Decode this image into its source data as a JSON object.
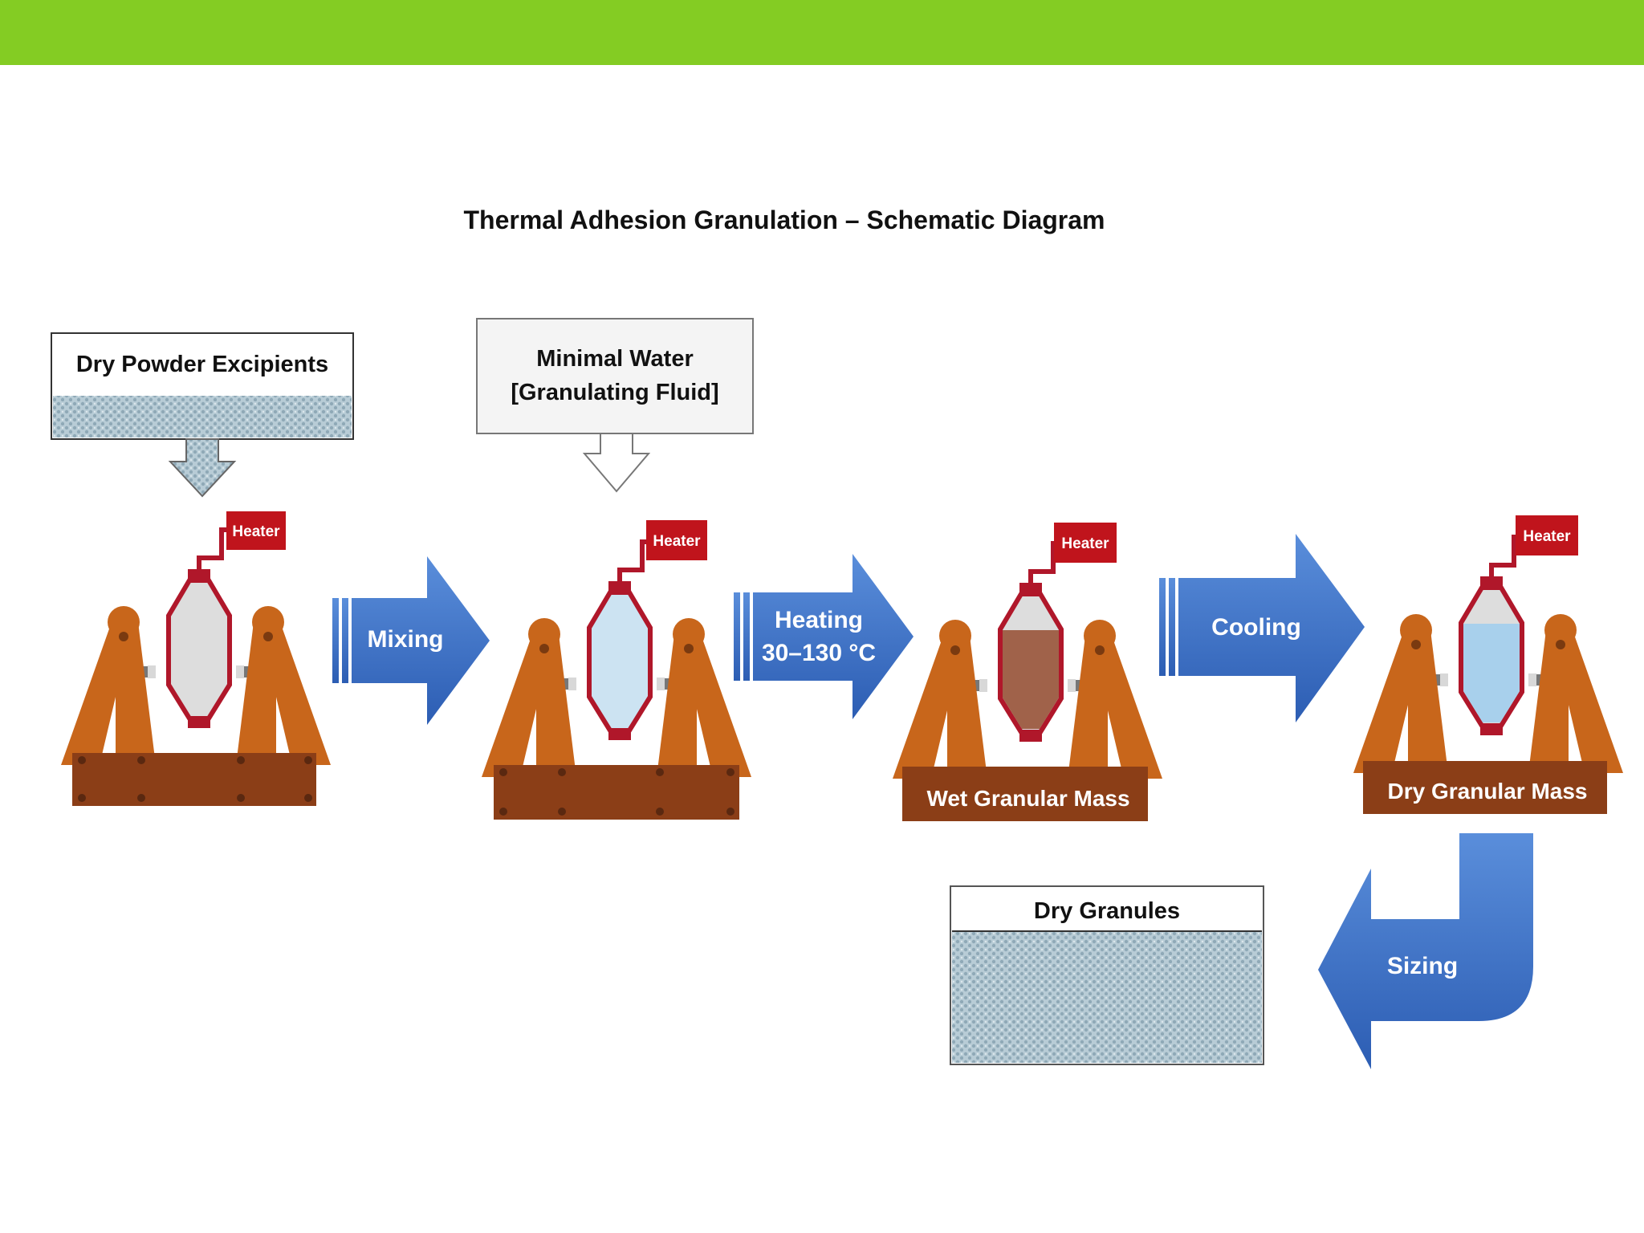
{
  "title": "Thermal Adhesion Granulation – Schematic Diagram",
  "colors": {
    "top_bar": "#84CC23",
    "arrow_blue": "#3B6FC4",
    "frame_orange": "#C8661B",
    "base_brown": "#8B3E17",
    "heater_red": "#C0141C",
    "vessel_red": "#B0172A",
    "powder_pattern": "#B8CCD6",
    "wet_mass": "#A0624A",
    "dry_mass": "#A8D0EC"
  },
  "inputs": {
    "dry_powder": "Dry Powder Excipients",
    "water_line1": "Minimal Water",
    "water_line2": "[Granulating Fluid]"
  },
  "heater_label": "Heater",
  "steps": {
    "mixing": "Mixing",
    "heating_line1": "Heating",
    "heating_line2": "30–130 °C",
    "cooling": "Cooling",
    "sizing": "Sizing"
  },
  "stations": {
    "wet_mass": "Wet Granular Mass",
    "dry_mass": "Dry Granular Mass"
  },
  "output": {
    "dry_granules": "Dry Granules"
  }
}
